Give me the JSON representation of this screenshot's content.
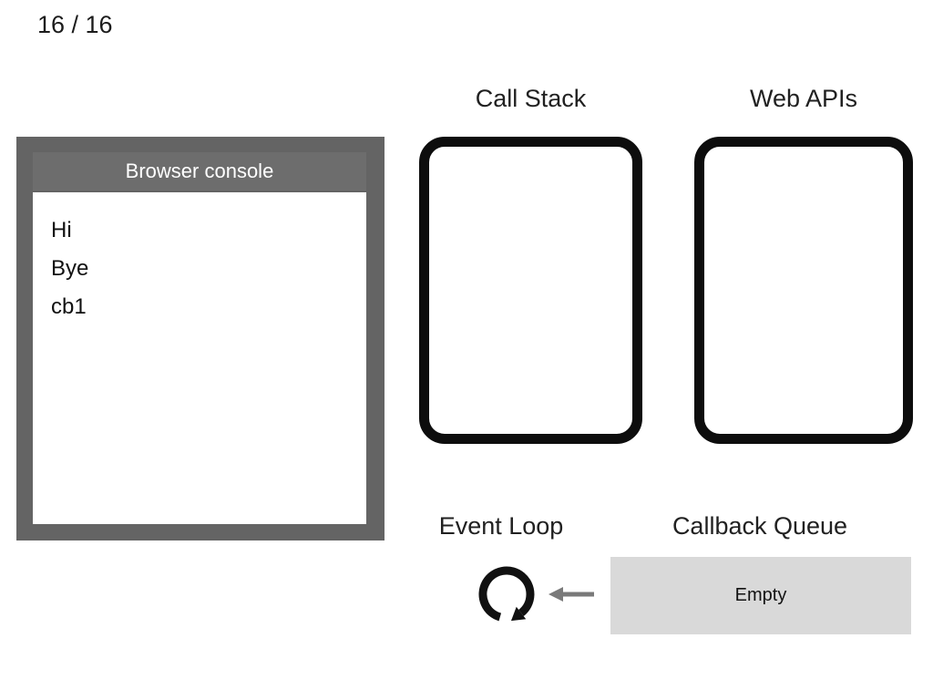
{
  "page": {
    "counter": "16 / 16",
    "background_color": "#ffffff"
  },
  "console": {
    "title": "Browser console",
    "lines": [
      "Hi",
      "Bye",
      "cb1"
    ],
    "frame_color": "#646464",
    "titlebar_color": "#6d6d6d",
    "body_color": "#ffffff",
    "title_text_color": "#ffffff",
    "line_text_color": "#111111"
  },
  "call_stack": {
    "label": "Call Stack",
    "border_color": "#0d0d0d"
  },
  "web_apis": {
    "label": "Web APIs",
    "border_color": "#0d0d0d"
  },
  "event_loop": {
    "label": "Event Loop",
    "icon": "clockwise-loop-arrow-icon",
    "icon_color": "#111111"
  },
  "callback_queue": {
    "label": "Callback Queue",
    "status": "Empty",
    "box_color": "#d9d9d9"
  },
  "flow_arrow": {
    "icon": "left-arrow-icon",
    "color": "#7a7a7a",
    "direction": "left"
  }
}
